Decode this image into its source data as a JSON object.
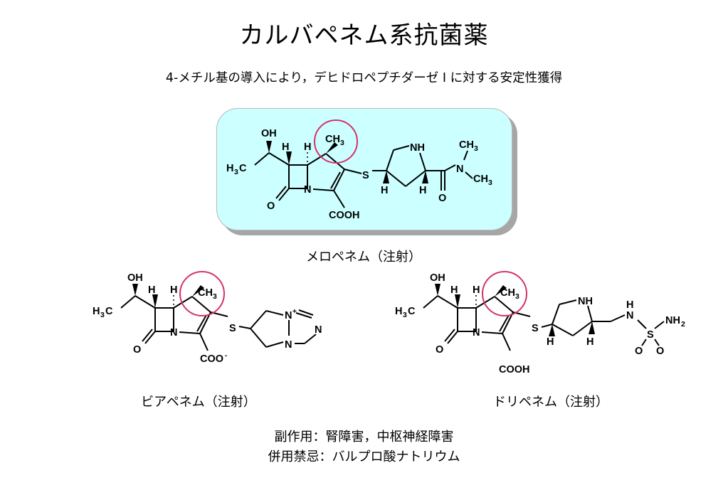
{
  "title": "カルバペネム系抗菌薬",
  "subtitle": "4-メチル基の導入により，デヒドロペプチダーゼ Ⅰ に対する安定性獲得",
  "highlight_color": "#d4326a",
  "box_color": "#ccffff",
  "molecules": {
    "meropenem": {
      "caption": "メロペネム（注射）",
      "labels": {
        "OH": "OH",
        "H3C": "H",
        "H3C_sub": "3",
        "H3C_c": "C",
        "H_a": "H",
        "H_b": "H",
        "CH3": "CH",
        "CH3_sub": "3",
        "N": "N",
        "O": "O",
        "S": "S",
        "COOH": "COOH",
        "NH": "NH",
        "H_c": "H",
        "H_d": "H",
        "O2": "O",
        "N2": "N",
        "CH3b": "CH",
        "CH3b_sub": "3",
        "CH3c": "CH",
        "CH3c_sub": "3"
      }
    },
    "biapenem": {
      "caption": "ビアペネム（注射）",
      "labels": {
        "OH": "OH",
        "H3C": "H",
        "H3C_sub": "3",
        "H3C_c": "C",
        "H_a": "H",
        "H_b": "H",
        "CH3": "CH",
        "CH3_sub": "3",
        "N": "N",
        "O": "O",
        "S": "S",
        "COO": "COO",
        "COO_sup": "-",
        "Nplus": "N",
        "Nplus_sup": "+",
        "N2": "N",
        "N3": "N"
      }
    },
    "doripenem": {
      "caption": "ドリペネム（注射）",
      "labels": {
        "OH": "OH",
        "H3C": "H",
        "H3C_sub": "3",
        "H3C_c": "C",
        "H_a": "H",
        "H_b": "H",
        "CH3": "CH",
        "CH3_sub": "3",
        "N": "N",
        "O": "O",
        "S": "S",
        "COOH": "COOH",
        "NH": "NH",
        "H_c": "H",
        "H_d": "H",
        "NH2lbl": "N",
        "NH2_H": "H",
        "S2": "S",
        "NH2": "NH",
        "NH2_sub": "2",
        "O2": "O",
        "O3": "O"
      }
    }
  },
  "notes": {
    "side_effects": "副作用：腎障害，中枢神経障害",
    "interaction": "併用禁忌：バルプロ酸ナトリウム"
  }
}
